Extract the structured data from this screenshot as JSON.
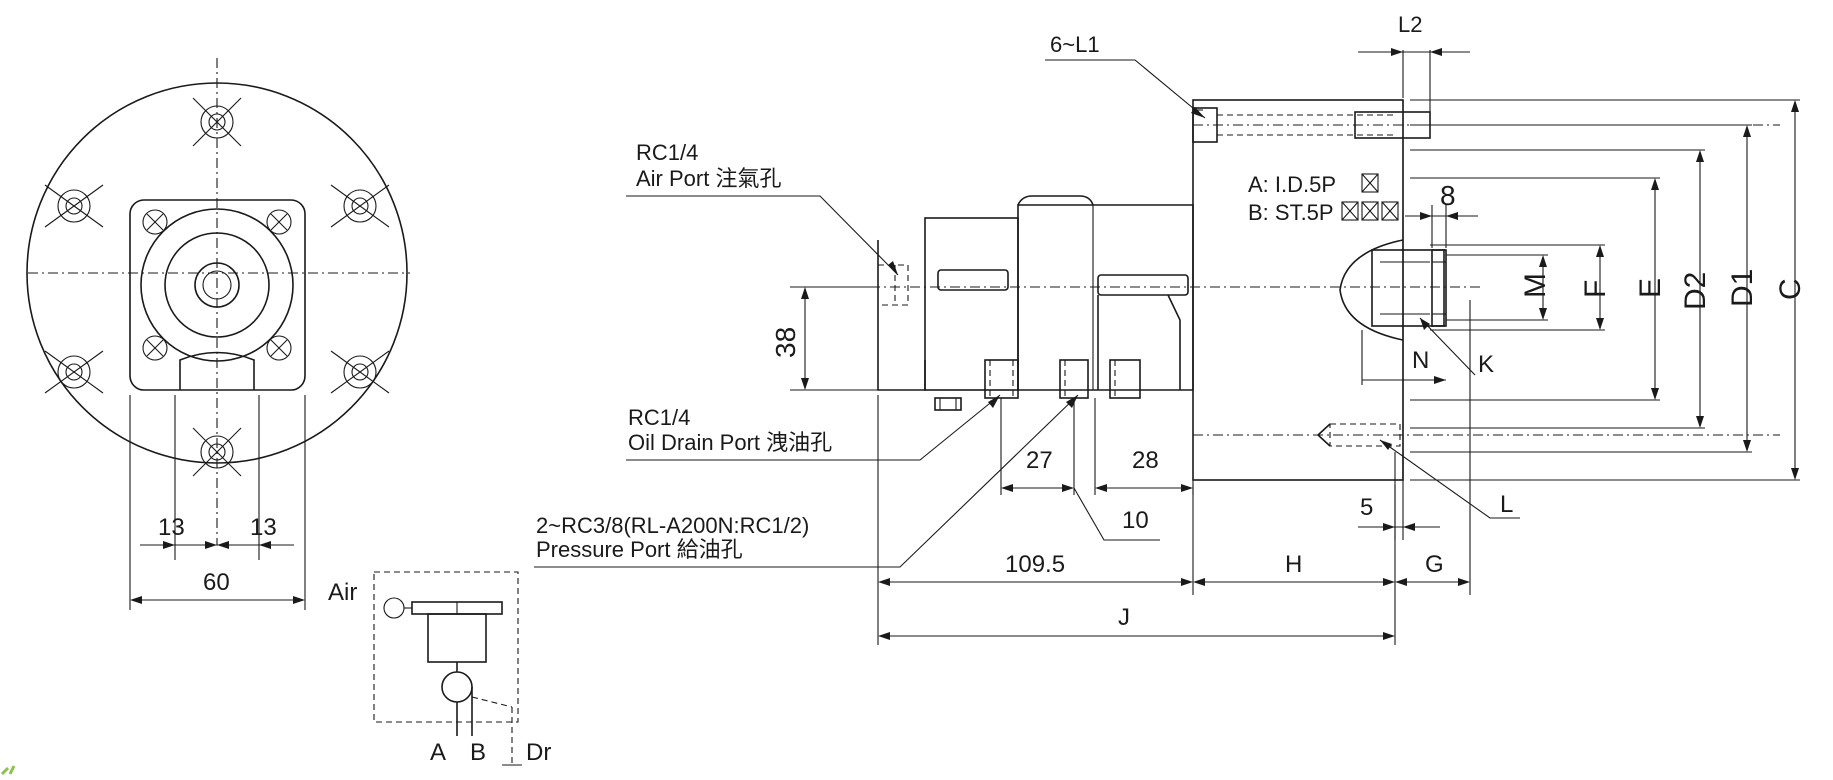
{
  "labels": {
    "l2": "L2",
    "six_l1": "6~L1",
    "rc14_air": "RC1/4",
    "air_port": "Air Port 注氣孔",
    "legend_a": "A: I.D.5P",
    "legend_b": "B: ST.5P",
    "eight": "8",
    "M": "M",
    "F": "F",
    "E": "E",
    "D2": "D2",
    "D1": "D1",
    "C": "C",
    "N": "N",
    "K": "K",
    "L": "L",
    "five": "5",
    "G": "G",
    "H": "H",
    "J": "J",
    "dim_109_5": "109.5",
    "dim_38": "38",
    "dim_27": "27",
    "dim_28": "28",
    "dim_10": "10",
    "rc14_oil": "RC1/4",
    "oil_drain": "Oil Drain Port 洩油孔",
    "rc38": "2~RC3/8(RL-A200N:RC1/2)",
    "pressure_port": "Pressure Port  給油孔",
    "dim_13a": "13",
    "dim_13b": "13",
    "dim_60": "60",
    "air": "Air",
    "A": "A",
    "B": "B",
    "Dr": "Dr"
  },
  "colors": {
    "line": "#1a1a1a",
    "accent_green": "#8bc34a"
  }
}
